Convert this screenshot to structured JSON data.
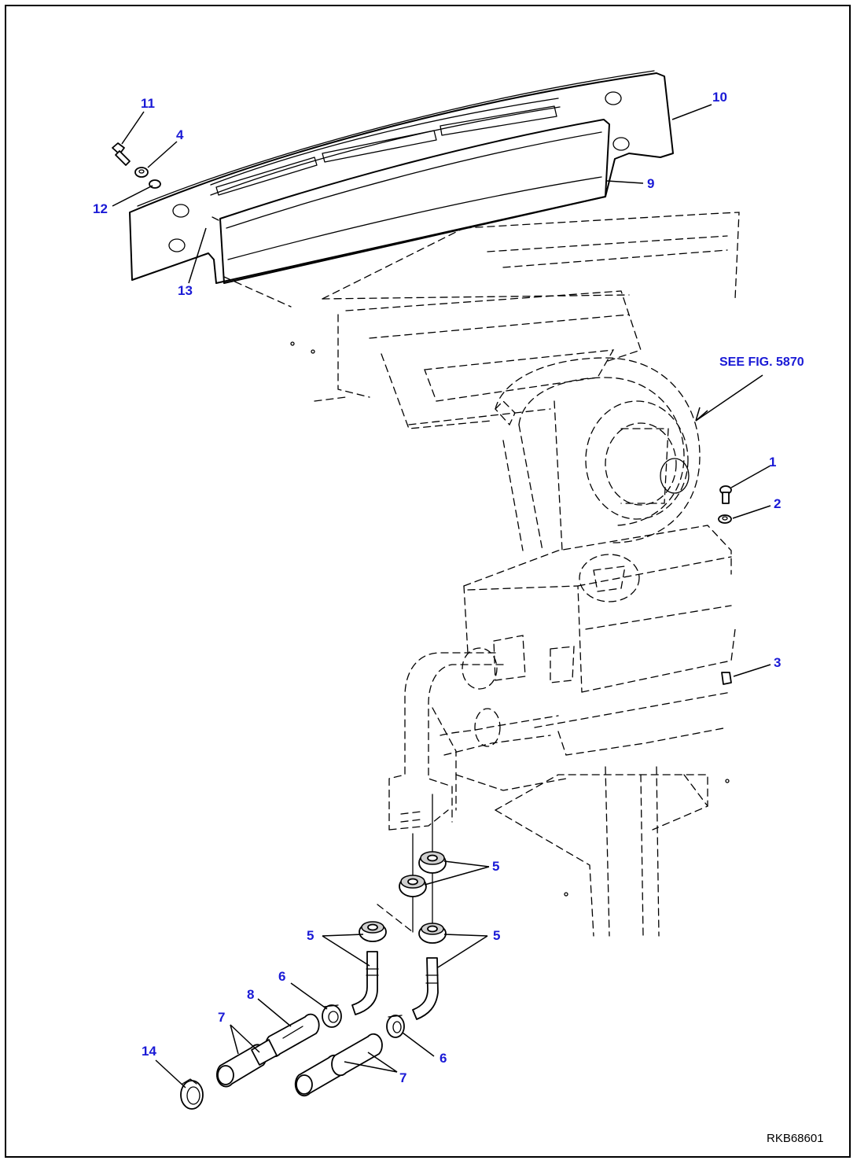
{
  "callouts": {
    "c1": "1",
    "c2": "2",
    "c3": "3",
    "c4": "4",
    "c5a": "5",
    "c5b": "5",
    "c5c": "5",
    "c6a": "6",
    "c6b": "6",
    "c7a": "7",
    "c7b": "7",
    "c8": "8",
    "c9": "9",
    "c10": "10",
    "c11": "11",
    "c12": "12",
    "c13": "13",
    "c14": "14"
  },
  "see_fig": "SEE FIG. 5870",
  "drawing_code": "RKB68601",
  "colors": {
    "callout": "#1a1ad6",
    "line": "#000000",
    "background": "#ffffff"
  }
}
